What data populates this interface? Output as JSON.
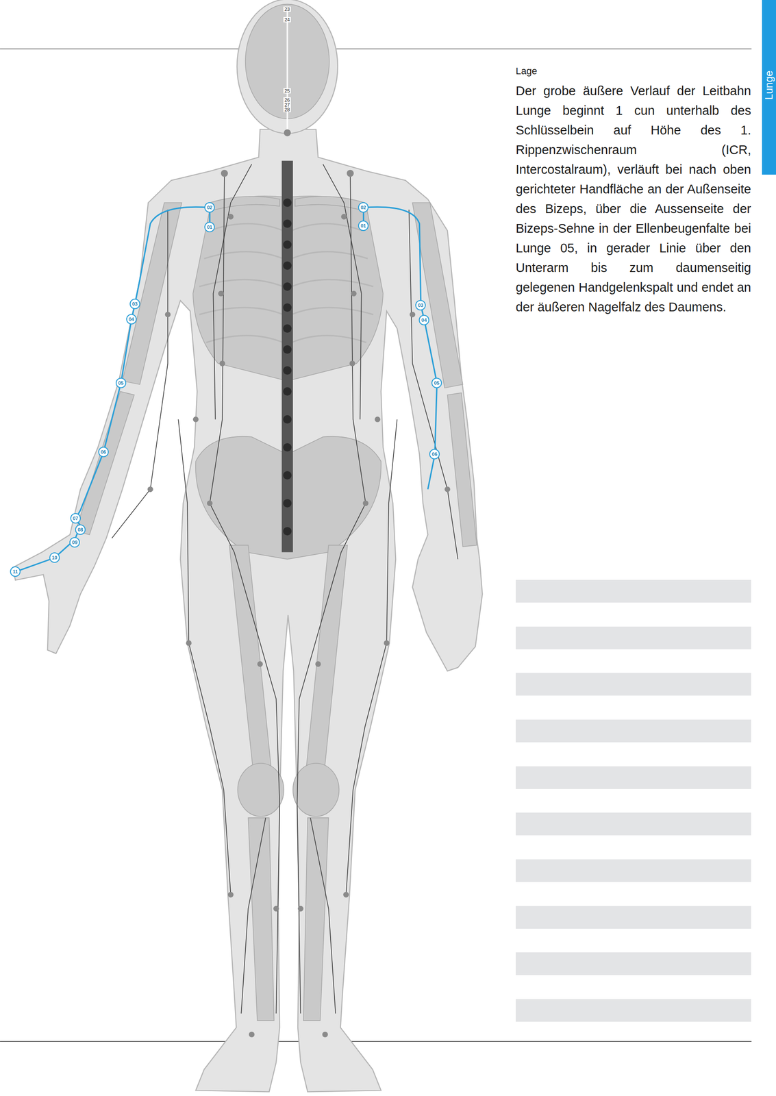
{
  "diagram": {
    "labels": [
      "Lunge",
      "Lage",
      "Der grobe äußere Verlauf der Leitbahn Lunge beginnt 1 cun unterhalb des Schlüsselbein auf Höhe des 1. Rippenzwischenraum (ICR, Intercostalraum), verläuft bei nach oben gerichteter Handfläche an der Außenseite des Bizeps, über die Aussenseite der Bizeps-Sehne in der Ellenbeugenfalte bei Lunge 05, in gerader Linie über den Unterarm bis zum daumenseitig gelegenen Handgelenkspalt und endet an der äußeren Nagelfalz des Daumens.",
      "01",
      "02",
      "03",
      "04",
      "05",
      "06",
      "07",
      "08",
      "09",
      "10",
      "11",
      "01",
      "02",
      "03",
      "04",
      "05",
      "06",
      "23",
      "24",
      "25",
      "26",
      "27",
      "28"
    ]
  }
}
